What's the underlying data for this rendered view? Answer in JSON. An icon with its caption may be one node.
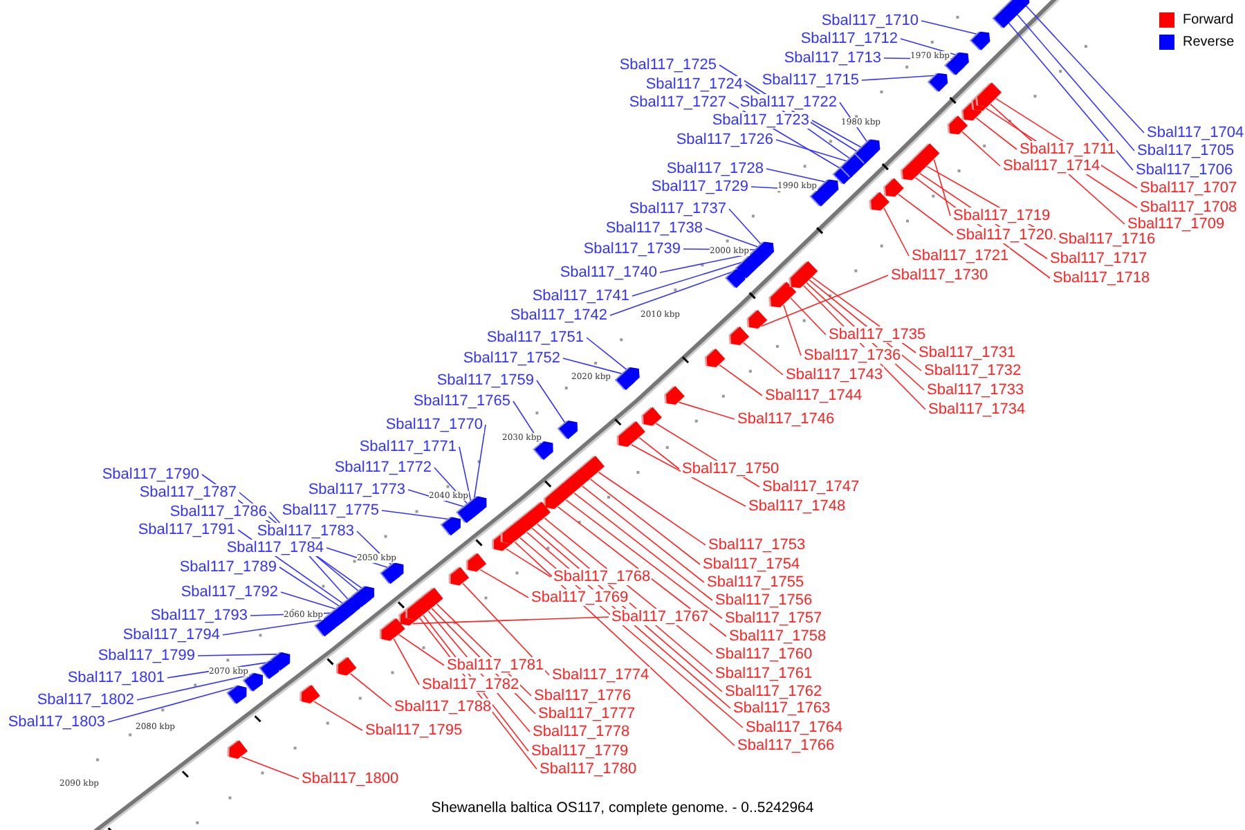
{
  "diagram": {
    "caption": "Shewanella baltica OS117, complete genome. - 0..5242964",
    "nodes": [
      {
        "text": [
          "Sbal117_1710"
        ]
      },
      {
        "text": [
          "Sbal117_1712"
        ]
      },
      {
        "text": [
          "Sbal117_1713"
        ]
      },
      {
        "text": [
          "Sbal117_1725"
        ]
      },
      {
        "text": [
          "Sbal117_1715"
        ]
      },
      {
        "text": [
          "Sbal117_1724"
        ]
      },
      {
        "text": [
          "Sbal117_1727"
        ]
      },
      {
        "text": [
          "Sbal117_1722"
        ]
      },
      {
        "text": [
          "Sbal117_1723"
        ]
      },
      {
        "text": [
          "Sbal117_1704"
        ]
      },
      {
        "text": [
          "Sbal117_1726"
        ]
      },
      {
        "text": [
          "Sbal117_1711"
        ]
      },
      {
        "text": [
          "Sbal117_1705"
        ]
      },
      {
        "text": [
          "Sbal117_1714"
        ]
      },
      {
        "text": [
          "Sbal117_1728"
        ]
      },
      {
        "text": [
          "Sbal117_1706"
        ]
      },
      {
        "text": [
          "Sbal117_1729"
        ]
      },
      {
        "text": [
          "Sbal117_1707"
        ]
      },
      {
        "text": [
          "Sbal117_1708"
        ]
      },
      {
        "text": [
          "Sbal117_1737"
        ]
      },
      {
        "text": [
          "Sbal117_1719"
        ]
      },
      {
        "text": [
          "Sbal117_1709"
        ]
      },
      {
        "text": [
          "Sbal117_1738"
        ]
      },
      {
        "text": [
          "Sbal117_1720"
        ]
      },
      {
        "text": [
          "Sbal117_1716"
        ]
      },
      {
        "text": [
          "Sbal117_1739"
        ]
      },
      {
        "text": [
          "Sbal117_1721"
        ]
      },
      {
        "text": [
          "Sbal117_1717"
        ]
      },
      {
        "text": [
          "Sbal117_1740"
        ]
      },
      {
        "text": [
          "Sbal117_1730"
        ]
      },
      {
        "text": [
          "Sbal117_1718"
        ]
      },
      {
        "text": [
          "Sbal117_1741"
        ]
      },
      {
        "text": [
          "Sbal117_1742"
        ]
      },
      {
        "text": [
          "Sbal117_1735"
        ]
      },
      {
        "text": [
          "Sbal117_1751"
        ]
      },
      {
        "text": [
          "Sbal117_1731"
        ]
      },
      {
        "text": [
          "Sbal117_1736"
        ]
      },
      {
        "text": [
          "Sbal117_1752"
        ]
      },
      {
        "text": [
          "Sbal117_1732"
        ]
      },
      {
        "text": [
          "Sbal117_1743"
        ]
      },
      {
        "text": [
          "Sbal117_1759"
        ]
      },
      {
        "text": [
          "Sbal117_1733"
        ]
      },
      {
        "text": [
          "Sbal117_1744"
        ]
      },
      {
        "text": [
          "Sbal117_1765"
        ]
      },
      {
        "text": [
          "Sbal117_1734"
        ]
      },
      {
        "text": [
          "Sbal117_1746"
        ]
      },
      {
        "text": [
          "Sbal117_1770"
        ]
      },
      {
        "text": [
          "Sbal117_1771"
        ]
      },
      {
        "text": [
          "Sbal117_1772"
        ]
      },
      {
        "text": [
          "Sbal117_1750"
        ]
      },
      {
        "text": [
          "Sbal117_1790"
        ]
      },
      {
        "text": [
          "Sbal117_1747"
        ]
      },
      {
        "text": [
          "Sbal117_1773"
        ]
      },
      {
        "text": [
          "Sbal117_1787"
        ]
      },
      {
        "text": [
          "Sbal117_1748"
        ]
      },
      {
        "text": [
          "Sbal117_1775"
        ]
      },
      {
        "text": [
          "Sbal117_1786"
        ]
      },
      {
        "text": [
          "Sbal117_1791"
        ]
      },
      {
        "text": [
          "Sbal117_1783"
        ]
      },
      {
        "text": [
          "Sbal117_1753"
        ]
      },
      {
        "text": [
          "Sbal117_1784"
        ]
      },
      {
        "text": [
          "Sbal117_1754"
        ]
      },
      {
        "text": [
          "Sbal117_1789"
        ]
      },
      {
        "text": [
          "Sbal117_1768"
        ]
      },
      {
        "text": [
          "Sbal117_1755"
        ]
      },
      {
        "text": [
          "Sbal117_1792"
        ]
      },
      {
        "text": [
          "Sbal117_1769"
        ]
      },
      {
        "text": [
          "Sbal117_1756"
        ]
      },
      {
        "text": [
          "Sbal117_1793"
        ]
      },
      {
        "text": [
          "Sbal117_1767"
        ]
      },
      {
        "text": [
          "Sbal117_1757"
        ]
      },
      {
        "text": [
          "Sbal117_1794"
        ]
      },
      {
        "text": [
          "Sbal117_1758"
        ]
      },
      {
        "text": [
          "Sbal117_1760"
        ]
      },
      {
        "text": [
          "Sbal117_1799"
        ]
      },
      {
        "text": [
          "Sbal117_1781"
        ]
      },
      {
        "text": [
          "Sbal117_1761"
        ]
      },
      {
        "text": [
          "Sbal117_1774"
        ]
      },
      {
        "text": [
          "Sbal117_1801"
        ]
      },
      {
        "text": [
          "Sbal117_1782"
        ]
      },
      {
        "text": [
          "Sbal117_1762"
        ]
      },
      {
        "text": [
          "Sbal117_1776"
        ]
      },
      {
        "text": [
          "Sbal117_1802"
        ]
      },
      {
        "text": [
          "Sbal117_1788"
        ]
      },
      {
        "text": [
          "Sbal117_1763"
        ]
      },
      {
        "text": [
          "Sbal117_1777"
        ]
      },
      {
        "text": [
          "Sbal117_1803"
        ]
      },
      {
        "text": [
          "Sbal117_1764"
        ]
      },
      {
        "text": [
          "Sbal117_1795"
        ]
      },
      {
        "text": [
          "Sbal117_1778"
        ]
      },
      {
        "text": [
          "Sbal117_1766"
        ]
      },
      {
        "text": [
          "Sbal117_1779"
        ]
      },
      {
        "text": [
          "Sbal117_1780"
        ]
      },
      {
        "text": [
          "Sbal117_1800"
        ]
      },
      {
        "text": [],
        "shape": "pentagon"
      },
      {
        "text": [],
        "shape": "pentagon"
      },
      {
        "text": [],
        "shape": "pentagon"
      },
      {
        "text": [],
        "shape": "pentagon"
      },
      {
        "text": [],
        "shape": "pentagon"
      },
      {
        "text": [],
        "shape": "pentagon"
      },
      {
        "text": [],
        "shape": "pentagon"
      },
      {
        "text": [],
        "shape": "pentagon"
      },
      {
        "text": [],
        "shape": "pentagon"
      },
      {
        "text": [],
        "shape": "pentagon"
      },
      {
        "text": [],
        "shape": "pentagon"
      },
      {
        "text": [],
        "shape": "pentagon"
      },
      {
        "text": [],
        "shape": "pentagon"
      },
      {
        "text": [],
        "shape": "pentagon"
      },
      {
        "text": [],
        "shape": "pentagon"
      },
      {
        "text": [],
        "shape": "pentagon"
      },
      {
        "text": [],
        "shape": "pentagon"
      },
      {
        "text": [],
        "shape": "pentagon"
      },
      {
        "text": [],
        "shape": "pentagon"
      },
      {
        "text": [],
        "shape": "pentagon"
      },
      {
        "text": [],
        "shape": "pentagon"
      },
      {
        "text": [],
        "shape": "pentagon"
      },
      {
        "text": [],
        "shape": "pentagon"
      },
      {
        "text": [],
        "shape": "pentagon"
      },
      {
        "text": [],
        "shape": "pentagon"
      },
      {
        "text": [],
        "shape": "pentagon"
      },
      {
        "text": [],
        "shape": "pentagon"
      },
      {
        "text": [],
        "shape": "pentagon"
      },
      {
        "text": [],
        "shape": "pentagon"
      },
      {
        "text": [],
        "shape": "pentagon"
      },
      {
        "text": [],
        "shape": "pentagon"
      },
      {
        "text": [],
        "shape": "pentagon"
      },
      {
        "text": [],
        "shape": "pentagon"
      },
      {
        "text": [],
        "shape": "pentagon"
      },
      {
        "text": [],
        "shape": "pentagon"
      },
      {
        "text": [],
        "shape": "pentagon"
      },
      {
        "text": [],
        "shape": "pentagon"
      },
      {
        "text": [],
        "shape": "pentagon"
      },
      {
        "text": [],
        "shape": "pentagon"
      },
      {
        "text": [],
        "shape": "pentagon"
      },
      {
        "text": [],
        "shape": "pentagon"
      },
      {
        "text": [],
        "shape": "pentagon"
      },
      {
        "text": [],
        "shape": "pentagon"
      },
      {
        "text": [],
        "shape": "pentagon"
      },
      {
        "text": [],
        "shape": "pentagon"
      },
      {
        "text": [],
        "shape": "pentagon"
      },
      {
        "text": [],
        "shape": "pentagon"
      },
      {
        "text": [],
        "shape": "pentagon"
      },
      {
        "text": [],
        "shape": "pentagon"
      },
      {
        "text": [],
        "shape": "pentagon"
      },
      {
        "text": [],
        "shape": "pentagon"
      },
      {
        "text": [],
        "shape": "pentagon"
      },
      {
        "text": [],
        "shape": "pentagon"
      },
      {
        "text": [],
        "shape": "pentagon"
      },
      {
        "text": [],
        "shape": "pentagon"
      },
      {
        "text": [],
        "shape": "pentagon"
      },
      {
        "text": [],
        "shape": "pentagon"
      },
      {
        "text": [],
        "shape": "pentagon"
      },
      {
        "text": [],
        "shape": "pentagon"
      },
      {
        "text": [],
        "shape": "pentagon"
      },
      {
        "text": [],
        "shape": "pentagon"
      },
      {
        "text": [],
        "shape": "pentagon"
      },
      {
        "text": [],
        "shape": "pentagon"
      },
      {
        "text": [],
        "shape": "pentagon"
      },
      {
        "text": [],
        "shape": "pentagon"
      },
      {
        "text": [],
        "shape": "pentagon"
      },
      {
        "text": [],
        "shape": "pentagon"
      },
      {
        "text": [],
        "shape": "pentagon"
      },
      {
        "text": [],
        "shape": "pentagon"
      },
      {
        "text": [],
        "shape": "pentagon"
      },
      {
        "text": [],
        "shape": "pentagon"
      },
      {
        "text": [],
        "shape": "pentagon"
      },
      {
        "text": [],
        "shape": "pentagon"
      },
      {
        "text": [],
        "shape": "pentagon"
      },
      {
        "text": [],
        "shape": "pentagon"
      },
      {
        "text": [],
        "shape": "pentagon"
      },
      {
        "text": [],
        "shape": "pentagon"
      },
      {
        "text": [],
        "shape": "pentagon"
      },
      {
        "text": [],
        "shape": "pentagon"
      },
      {
        "text": [],
        "shape": "pentagon"
      },
      {
        "text": [],
        "shape": "pentagon"
      },
      {
        "text": [],
        "shape": "pentagon"
      },
      {
        "text": [],
        "shape": "pentagon"
      },
      {
        "text": [],
        "shape": "pentagon"
      },
      {
        "text": [],
        "shape": "pentagon"
      },
      {
        "text": [],
        "shape": "pentagon"
      },
      {
        "text": [],
        "shape": "pentagon"
      },
      {
        "text": [],
        "shape": "pentagon"
      },
      {
        "text": [],
        "shape": "pentagon"
      },
      {
        "text": [],
        "shape": "pentagon"
      },
      {
        "text": [],
        "shape": "pentagon"
      },
      {
        "text": [],
        "shape": "pentagon"
      },
      {
        "text": [],
        "shape": "pentagon"
      },
      {
        "text": [],
        "shape": "pentagon"
      }
    ],
    "edges": [
      {
        "from": 0,
        "to": 94,
        "arrow": "none",
        "color": "#3333ff"
      },
      {
        "from": 1,
        "to": 95,
        "arrow": "none",
        "color": "#3333ff"
      },
      {
        "from": 2,
        "to": 96,
        "arrow": "none",
        "color": "#3333ff"
      },
      {
        "from": 3,
        "to": 97,
        "arrow": "none",
        "color": "#3333ff"
      },
      {
        "from": 4,
        "to": 98,
        "arrow": "none",
        "color": "#3333ff"
      },
      {
        "from": 5,
        "to": 99,
        "arrow": "none",
        "color": "#3333ff"
      },
      {
        "from": 6,
        "to": 100,
        "arrow": "none",
        "color": "#3333ff"
      },
      {
        "from": 7,
        "to": 101,
        "arrow": "none",
        "color": "#3333ff"
      },
      {
        "from": 8,
        "to": 102,
        "arrow": "none",
        "color": "#3333ff"
      },
      {
        "from": 9,
        "to": 103,
        "arrow": "none",
        "color": "#3333ff"
      },
      {
        "from": 10,
        "to": 104,
        "arrow": "none",
        "color": "#3333ff"
      },
      {
        "from": 11,
        "to": 105,
        "arrow": "none"
      },
      {
        "from": 12,
        "to": 106,
        "arrow": "none",
        "color": "#3333ff"
      },
      {
        "from": 13,
        "to": 107,
        "arrow": "none"
      },
      {
        "from": 14,
        "to": 108,
        "arrow": "none",
        "color": "#3333ff"
      },
      {
        "from": 15,
        "to": 109,
        "arrow": "none",
        "color": "#3333ff"
      },
      {
        "from": 16,
        "to": 110,
        "arrow": "none",
        "color": "#3333ff"
      },
      {
        "from": 17,
        "to": 111,
        "arrow": "none"
      },
      {
        "from": 18,
        "to": 112,
        "arrow": "none"
      },
      {
        "from": 19,
        "to": 113,
        "arrow": "none",
        "color": "#3333ff"
      },
      {
        "from": 20,
        "to": 114,
        "arrow": "none"
      },
      {
        "from": 21,
        "to": 115,
        "arrow": "none"
      },
      {
        "from": 22,
        "to": 116,
        "arrow": "none",
        "color": "#3333ff"
      },
      {
        "from": 23,
        "to": 117,
        "arrow": "none"
      },
      {
        "from": 24,
        "to": 118,
        "arrow": "none"
      },
      {
        "from": 25,
        "to": 119,
        "arrow": "none",
        "color": "#3333ff"
      },
      {
        "from": 26,
        "to": 120,
        "arrow": "none"
      },
      {
        "from": 27,
        "to": 121,
        "arrow": "none"
      },
      {
        "from": 28,
        "to": 122,
        "arrow": "none",
        "color": "#3333ff"
      },
      {
        "from": 29,
        "to": 123,
        "arrow": "none"
      },
      {
        "from": 30,
        "to": 124,
        "arrow": "none"
      },
      {
        "from": 31,
        "to": 125,
        "arrow": "none",
        "color": "#3333ff"
      },
      {
        "from": 32,
        "to": 126,
        "arrow": "none",
        "color": "#3333ff"
      },
      {
        "from": 33,
        "to": 127,
        "arrow": "none"
      },
      {
        "from": 34,
        "to": 128,
        "arrow": "none",
        "color": "#3333ff"
      },
      {
        "from": 35,
        "to": 129,
        "arrow": "none"
      },
      {
        "from": 36,
        "to": 130,
        "arrow": "none"
      },
      {
        "from": 37,
        "to": 131,
        "arrow": "none",
        "color": "#3333ff"
      },
      {
        "from": 38,
        "to": 132,
        "arrow": "none"
      },
      {
        "from": 39,
        "to": 133,
        "arrow": "none"
      },
      {
        "from": 40,
        "to": 134,
        "arrow": "none",
        "color": "#3333ff"
      },
      {
        "from": 41,
        "to": 135,
        "arrow": "none"
      },
      {
        "from": 42,
        "to": 136,
        "arrow": "none"
      },
      {
        "from": 43,
        "to": 137,
        "arrow": "none",
        "color": "#3333ff"
      },
      {
        "from": 44,
        "to": 138,
        "arrow": "none"
      },
      {
        "from": 45,
        "to": 139,
        "arrow": "none"
      },
      {
        "from": 46,
        "to": 140,
        "arrow": "none",
        "color": "#3333ff"
      },
      {
        "from": 47,
        "to": 141,
        "arrow": "none",
        "color": "#3333ff"
      },
      {
        "from": 48,
        "to": 142,
        "arrow": "none",
        "color": "#3333ff"
      },
      {
        "from": 49,
        "to": 143,
        "arrow": "none"
      },
      {
        "from": 50,
        "to": 144,
        "arrow": "none",
        "color": "#3333ff"
      },
      {
        "from": 51,
        "to": 145,
        "arrow": "none"
      },
      {
        "from": 52,
        "to": 146,
        "arrow": "none",
        "color": "#3333ff"
      },
      {
        "from": 53,
        "to": 147,
        "arrow": "none",
        "color": "#3333ff"
      },
      {
        "from": 54,
        "to": 148,
        "arrow": "none"
      },
      {
        "from": 55,
        "to": 149,
        "arrow": "none",
        "color": "#3333ff"
      },
      {
        "from": 56,
        "to": 150,
        "arrow": "none",
        "color": "#3333ff"
      },
      {
        "from": 57,
        "to": 151,
        "arrow": "none",
        "color": "#3333ff"
      },
      {
        "from": 58,
        "to": 152,
        "arrow": "none",
        "color": "#3333ff"
      },
      {
        "from": 59,
        "to": 153,
        "arrow": "none"
      },
      {
        "from": 60,
        "to": 154,
        "arrow": "none",
        "color": "#3333ff"
      },
      {
        "from": 61,
        "to": 155,
        "arrow": "none"
      },
      {
        "from": 62,
        "to": 156,
        "arrow": "none",
        "color": "#3333ff"
      },
      {
        "from": 63,
        "to": 157,
        "arrow": "none"
      },
      {
        "from": 64,
        "to": 158,
        "arrow": "none"
      },
      {
        "from": 65,
        "to": 159,
        "arrow": "none",
        "color": "#3333ff"
      },
      {
        "from": 66,
        "to": 160,
        "arrow": "none"
      },
      {
        "from": 67,
        "to": 161,
        "arrow": "none"
      },
      {
        "from": 68,
        "to": 162,
        "arrow": "none",
        "color": "#3333ff"
      },
      {
        "from": 69,
        "to": 163,
        "arrow": "none"
      },
      {
        "from": 70,
        "to": 164,
        "arrow": "none"
      },
      {
        "from": 71,
        "to": 165,
        "arrow": "none",
        "color": "#3333ff"
      },
      {
        "from": 72,
        "to": 166,
        "arrow": "none"
      },
      {
        "from": 73,
        "to": 167,
        "arrow": "none"
      },
      {
        "from": 74,
        "to": 168,
        "arrow": "none",
        "color": "#3333ff"
      },
      {
        "from": 75,
        "to": 169,
        "arrow": "none"
      },
      {
        "from": 76,
        "to": 170,
        "arrow": "none"
      },
      {
        "from": 77,
        "to": 171,
        "arrow": "none"
      },
      {
        "from": 78,
        "to": 172,
        "arrow": "none",
        "color": "#3333ff"
      },
      {
        "from": 79,
        "to": 173,
        "arrow": "none"
      },
      {
        "from": 80,
        "to": 174,
        "arrow": "none"
      },
      {
        "from": 81,
        "to": 175,
        "arrow": "none"
      },
      {
        "from": 82,
        "to": 176,
        "arrow": "none",
        "color": "#3333ff"
      },
      {
        "from": 83,
        "to": 177,
        "arrow": "none"
      },
      {
        "from": 84,
        "to": 178,
        "arrow": "none"
      },
      {
        "from": 85,
        "to": 179,
        "arrow": "none"
      },
      {
        "from": 86,
        "to": 180,
        "arrow": "none",
        "color": "#3333ff"
      },
      {
        "from": 87,
        "to": 181,
        "arrow": "none"
      },
      {
        "from": 88,
        "to": 182,
        "arrow": "none"
      },
      {
        "from": 89,
        "to": 183,
        "arrow": "none"
      },
      {
        "from": 90,
        "to": 184,
        "arrow": "none"
      },
      {
        "from": 91,
        "to": 185,
        "arrow": "none"
      },
      {
        "from": 92,
        "to": 186,
        "arrow": "none"
      },
      {
        "from": 93,
        "to": 187,
        "arrow": "none"
      }
    ],
    "labels": [
      "1970 kbp",
      "1980 kbp",
      "1990 kbp",
      "2000 kbp",
      "2010 kbp",
      "2020 kbp",
      "2030 kbp",
      "2040 kbp",
      "2050 kbp",
      "2060 kbp",
      "2070 kbp",
      "2080 kbp",
      "2090 kbp"
    ],
    "legend": [
      {
        "text": "Forward",
        "color": "#ff0000"
      },
      {
        "text": "Reverse",
        "color": "#0000ff"
      }
    ]
  }
}
